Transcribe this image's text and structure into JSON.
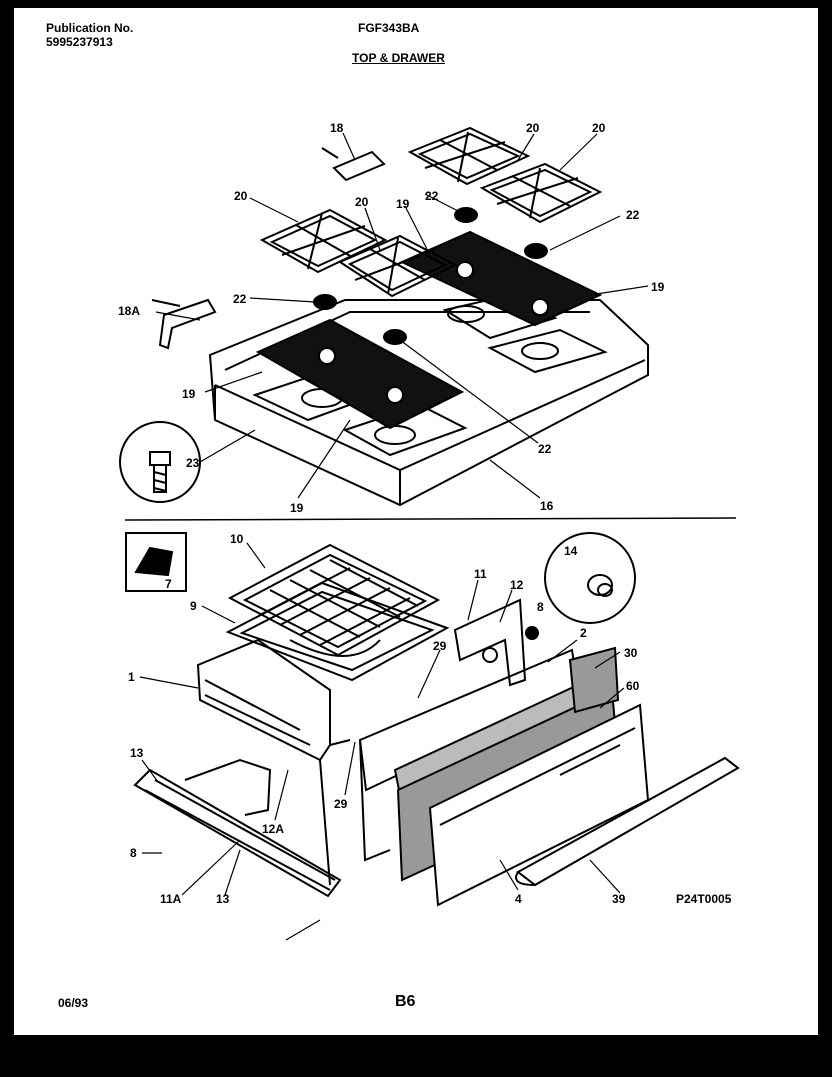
{
  "header": {
    "publication_label": "Publication No.",
    "publication_number": "5995237913",
    "model": "FGF343BA",
    "section_title": "TOP & DRAWER"
  },
  "footer": {
    "date": "06/93",
    "page": "B6",
    "diagram_code": "P24T0005"
  },
  "callouts": {
    "c18a_top": "18",
    "c20a": "20",
    "c20b": "20",
    "c20c": "20",
    "c20d": "20",
    "c22a": "22",
    "c22b": "22",
    "c22c": "22",
    "c22d": "22",
    "c19a": "19",
    "c19b": "19",
    "c19c": "19",
    "c19d": "19",
    "c18A": "18A",
    "c23": "23",
    "c16": "16",
    "c7": "7",
    "c10": "10",
    "c9": "9",
    "c11": "11",
    "c12": "12",
    "c8a": "8",
    "c14": "14",
    "c2": "2",
    "c30": "30",
    "c60": "60",
    "c29a": "29",
    "c1": "1",
    "c13a": "13",
    "c13b": "13",
    "c12A": "12A",
    "c29b": "29",
    "c8b": "8",
    "c11A": "11A",
    "c4": "4",
    "c39": "39"
  }
}
